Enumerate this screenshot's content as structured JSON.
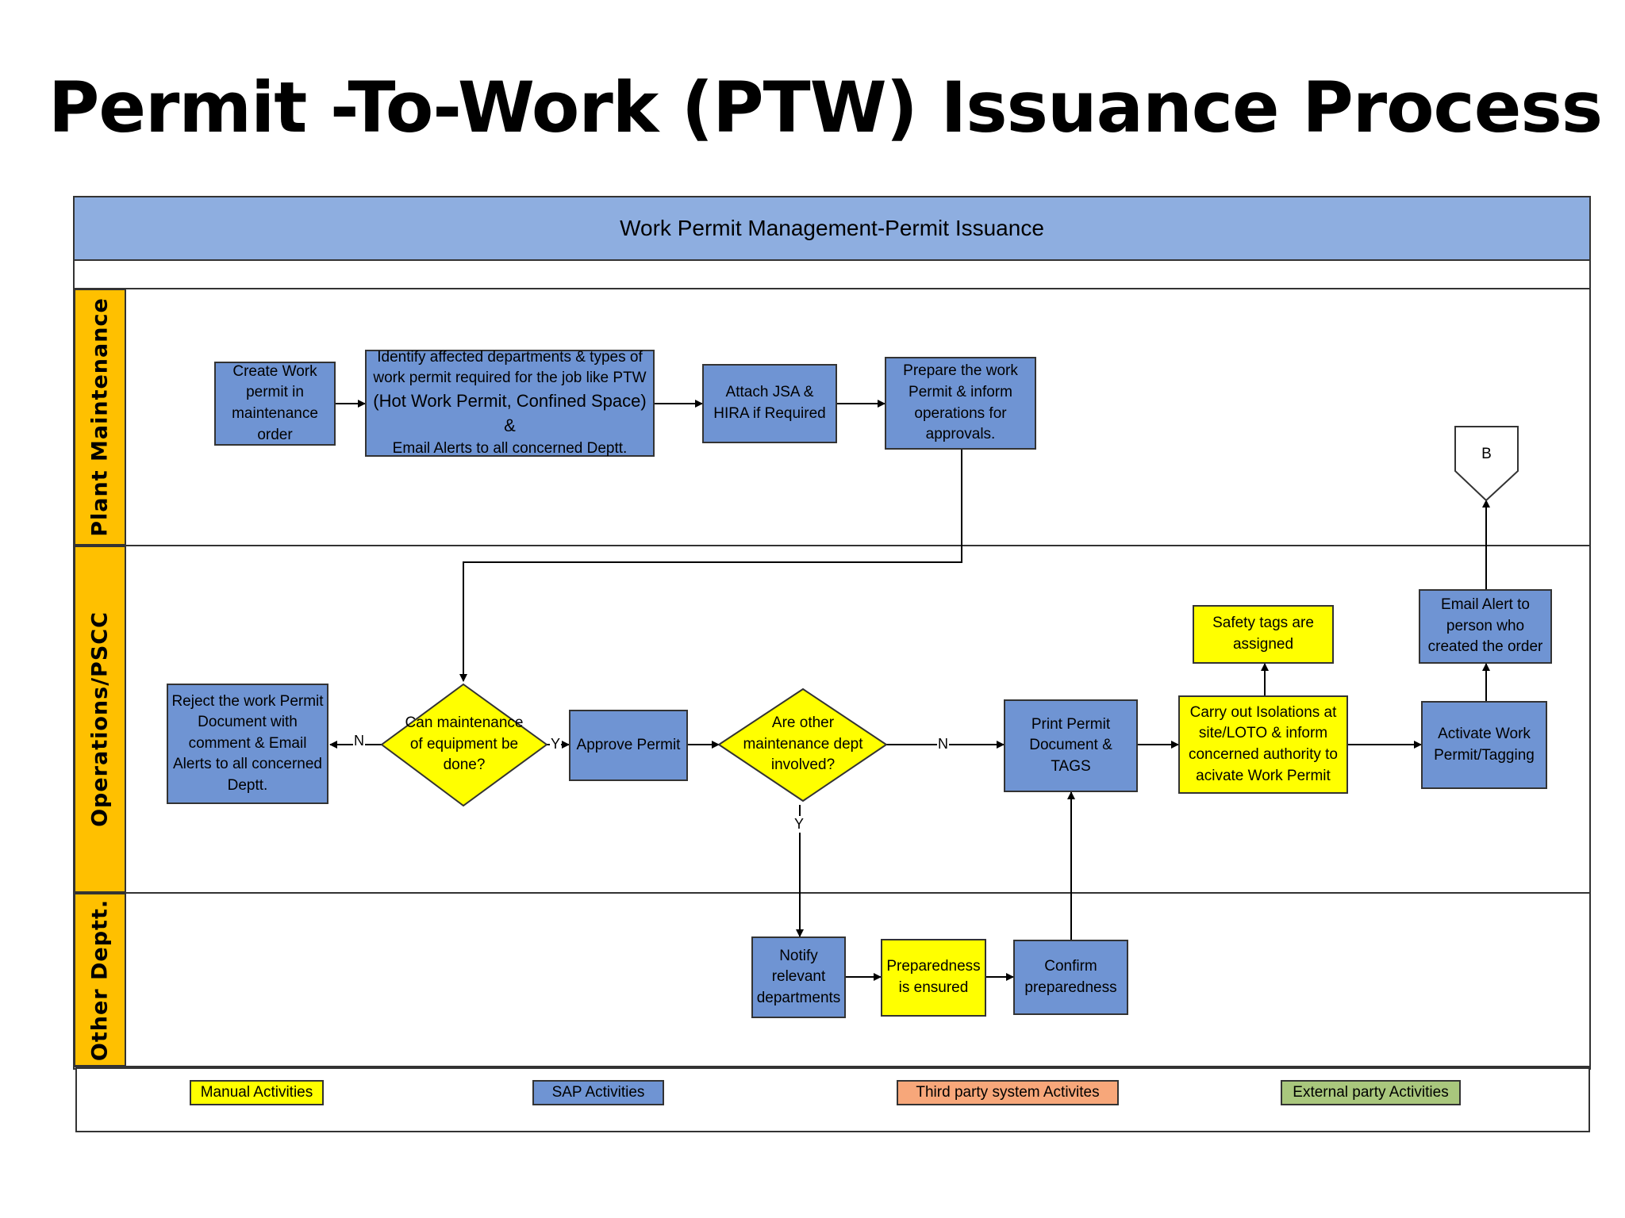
{
  "title": "Permit -To-Work (PTW) Issuance Process",
  "header": "Work Permit Management-Permit Issuance",
  "lanes": [
    "Plant Maintenance",
    "Operations/PSCC",
    "Other Deptt."
  ],
  "steps": {
    "create": "Create Work permit in maintenance order",
    "identify_1": "Identify affected departments & types of work permit required for the job like PTW",
    "identify_2": "(Hot Work Permit, Confined Space) &",
    "identify_3": "Email Alerts to all concerned Deptt.",
    "attach": "Attach JSA & HIRA if Required",
    "prepare": "Prepare the work Permit & inform operations for approvals.",
    "reject": "Reject the work Permit Document with comment & Email Alerts to all concerned Deptt.",
    "decision_maint": "Can maintenance of equipment be done?",
    "approve": "Approve Permit",
    "decision_other": "Are other maintenance dept involved?",
    "print": "Print Permit Document & TAGS",
    "isolation": "Carry out Isolations at site/LOTO & inform concerned authority to acivate Work Permit",
    "safety_tags": "Safety tags are assigned",
    "activate": "Activate Work Permit/Tagging",
    "email_alert": "Email Alert to person who created the order",
    "notify": "Notify relevant departments",
    "preparedness": "Preparedness is ensured",
    "confirm": "Confirm preparedness",
    "connector_b": "B"
  },
  "branch_labels": {
    "no": "N",
    "yes": "Y"
  },
  "legend": [
    "Manual Activities",
    "SAP Activities",
    "Third party system Activites",
    "External party Activities"
  ],
  "colors": {
    "sap": "#6f94d3",
    "manual": "#ffff00",
    "third_party": "#f7a77a",
    "external": "#a9c77d",
    "lane": "#ffc000",
    "header": "#8eaee0"
  }
}
